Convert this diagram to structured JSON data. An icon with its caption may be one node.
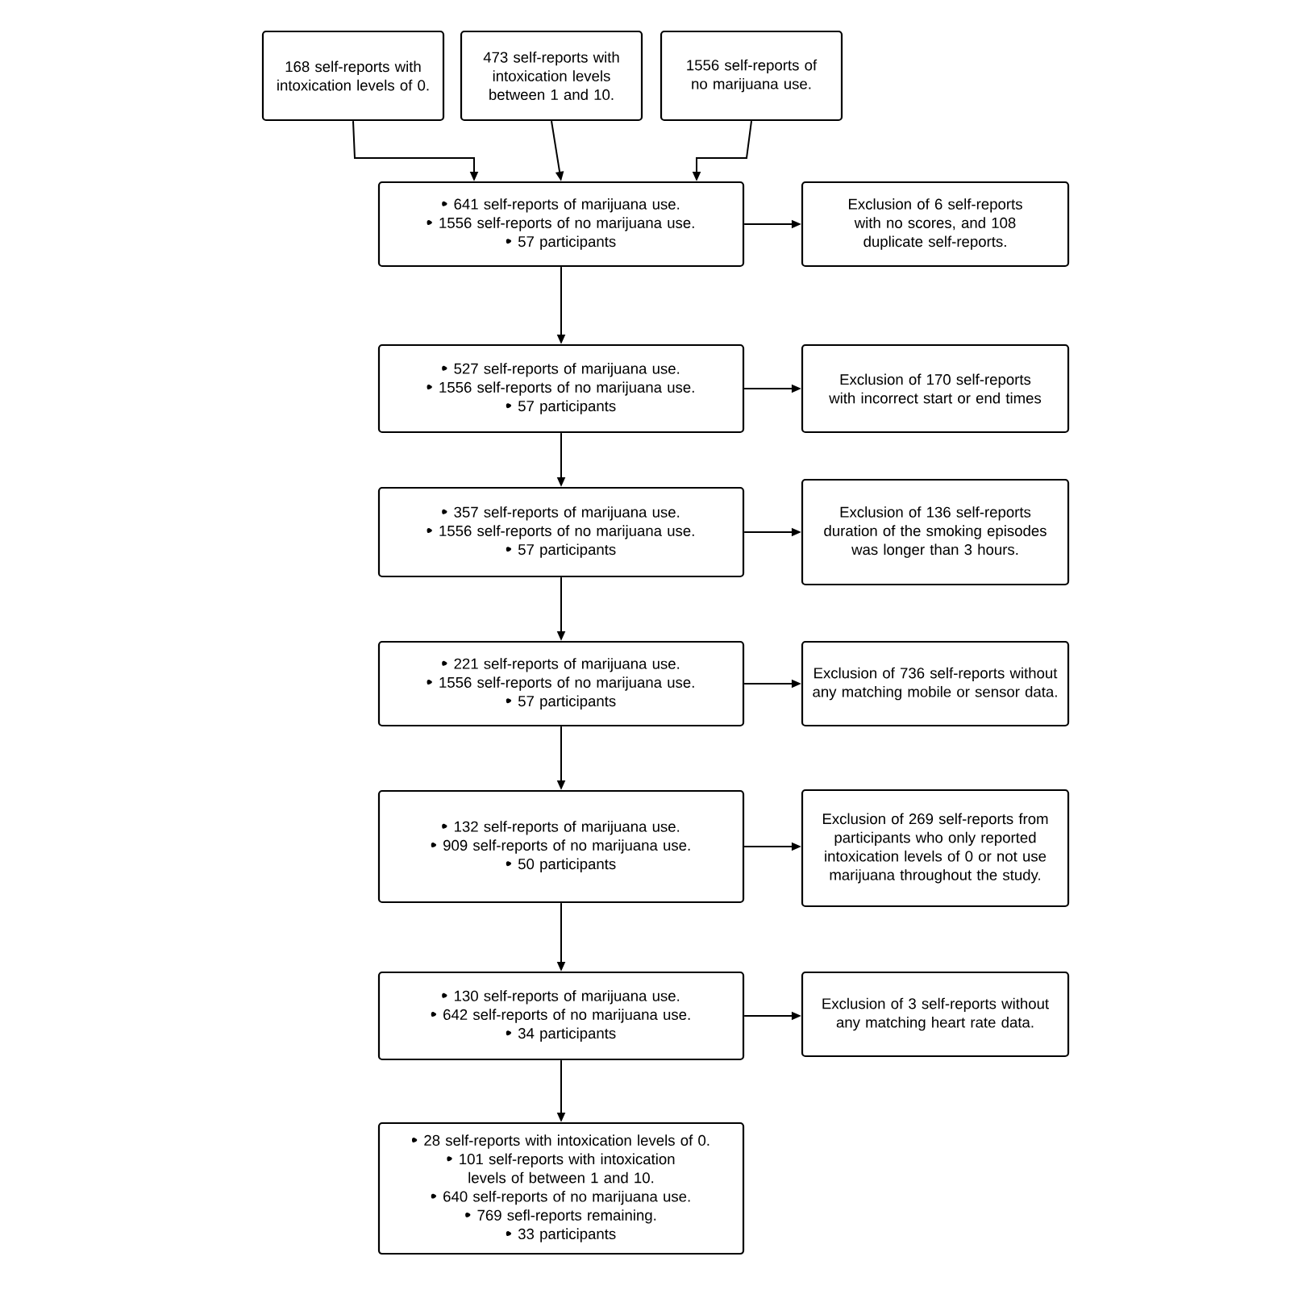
{
  "diagram": {
    "nodes": [
      {
        "text": [
          "168 self-reports with intoxication levels of 0."
        ]
      },
      {
        "text": [
          "473 self-reports with intoxication levels between 1 and 10."
        ]
      },
      {
        "text": [
          "1556 self-reports of no marijuana use."
        ]
      },
      {
        "text": [
          "641 self-reports of marijuana use.",
          "1556 self-reports of no marijuana use.",
          "57 participants"
        ]
      },
      {
        "text": [
          "Exclusion of 6 self-reports with no scores, and 108 duplicate self-reports."
        ]
      },
      {
        "text": [
          "527 self-reports of marijuana use.",
          "1556 self-reports of no marijuana use.",
          "57 participants"
        ]
      },
      {
        "text": [
          "Exclusion of 170 self-reports with incorrect start or end times"
        ]
      },
      {
        "text": [
          "357 self-reports of marijuana use.",
          "1556 self-reports of no marijuana use.",
          "57 participants"
        ]
      },
      {
        "text": [
          "Exclusion of  136 self-reports duration of the smoking episodes was longer than 3 hours."
        ]
      },
      {
        "text": [
          "221 self-reports of marijuana use.",
          "1556 self-reports of no marijuana use.",
          "57 participants"
        ]
      },
      {
        "text": [
          "Exclusion of 736 self-reports without any matching mobile or sensor data."
        ]
      },
      {
        "text": [
          "132 self-reports of marijuana use.",
          "909 self-reports of no marijuana use.",
          "50 participants"
        ]
      },
      {
        "text": [
          "Exclusion of 269 self-reports from participants who only reported intoxication levels of 0 or not use marijuana throughout the study."
        ]
      },
      {
        "text": [
          "130 self-reports of marijuana use.",
          "642 self-reports of no marijuana use.",
          "34 participants"
        ]
      },
      {
        "text": [
          "Exclusion of 3 self-reports without any matching heart rate data."
        ]
      },
      {
        "text": [
          "28 self-reports with intoxication levels of 0.",
          "101 self-reports with intoxication levels of between 1 and 10.",
          "640 self-reports of no marijuana use.",
          "769 sefl-reports remaining.",
          "33 participants"
        ]
      }
    ],
    "edges": [
      {
        "from": 0,
        "to": 3,
        "arrow": "to"
      },
      {
        "from": 1,
        "to": 3,
        "arrow": "to"
      },
      {
        "from": 2,
        "to": 3,
        "arrow": "to"
      },
      {
        "from": 3,
        "to": 4,
        "arrow": "to"
      },
      {
        "from": 3,
        "to": 5,
        "arrow": "to"
      },
      {
        "from": 5,
        "to": 6,
        "arrow": "to"
      },
      {
        "from": 5,
        "to": 7,
        "arrow": "to"
      },
      {
        "from": 7,
        "to": 8,
        "arrow": "to"
      },
      {
        "from": 7,
        "to": 9,
        "arrow": "to"
      },
      {
        "from": 9,
        "to": 10,
        "arrow": "to"
      },
      {
        "from": 9,
        "to": 11,
        "arrow": "to"
      },
      {
        "from": 11,
        "to": 12,
        "arrow": "to"
      },
      {
        "from": 11,
        "to": 13,
        "arrow": "to"
      },
      {
        "from": 13,
        "to": 14,
        "arrow": "to"
      },
      {
        "from": 13,
        "to": 15,
        "arrow": "to"
      }
    ]
  }
}
